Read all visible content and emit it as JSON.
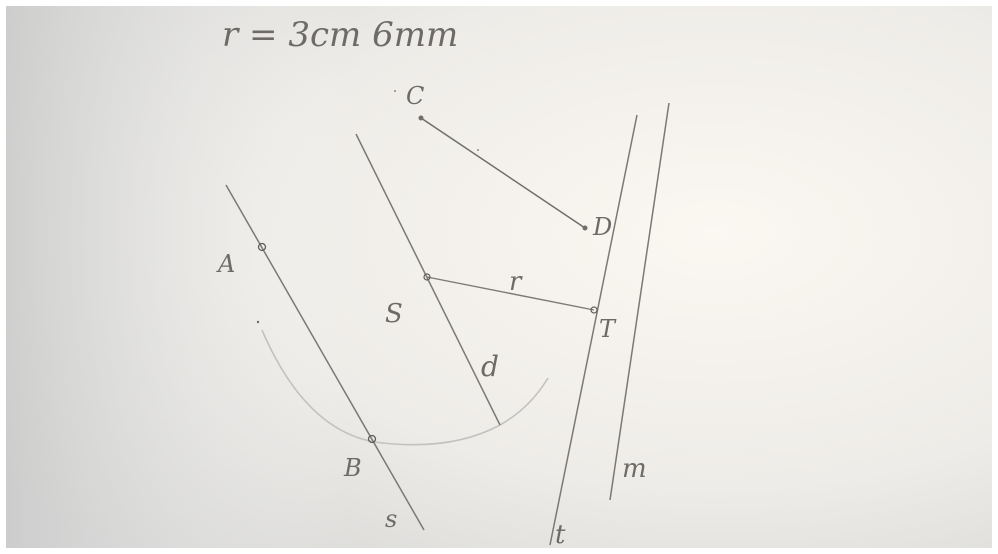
{
  "heading": {
    "text": "r = 3cm 6mm"
  },
  "points": {
    "A": "A",
    "B": "B",
    "C": "C",
    "D": "D",
    "S": "S",
    "T": "T"
  },
  "lines": {
    "s": "s",
    "d": "d",
    "t": "t",
    "m": "m"
  },
  "segments": {
    "radius": "r"
  },
  "colors": {
    "paper_light": "#f4f2ee",
    "paper_shadow": "#d9d8d6",
    "pencil": "#74716f",
    "pencil_light": "#bcbab8"
  }
}
